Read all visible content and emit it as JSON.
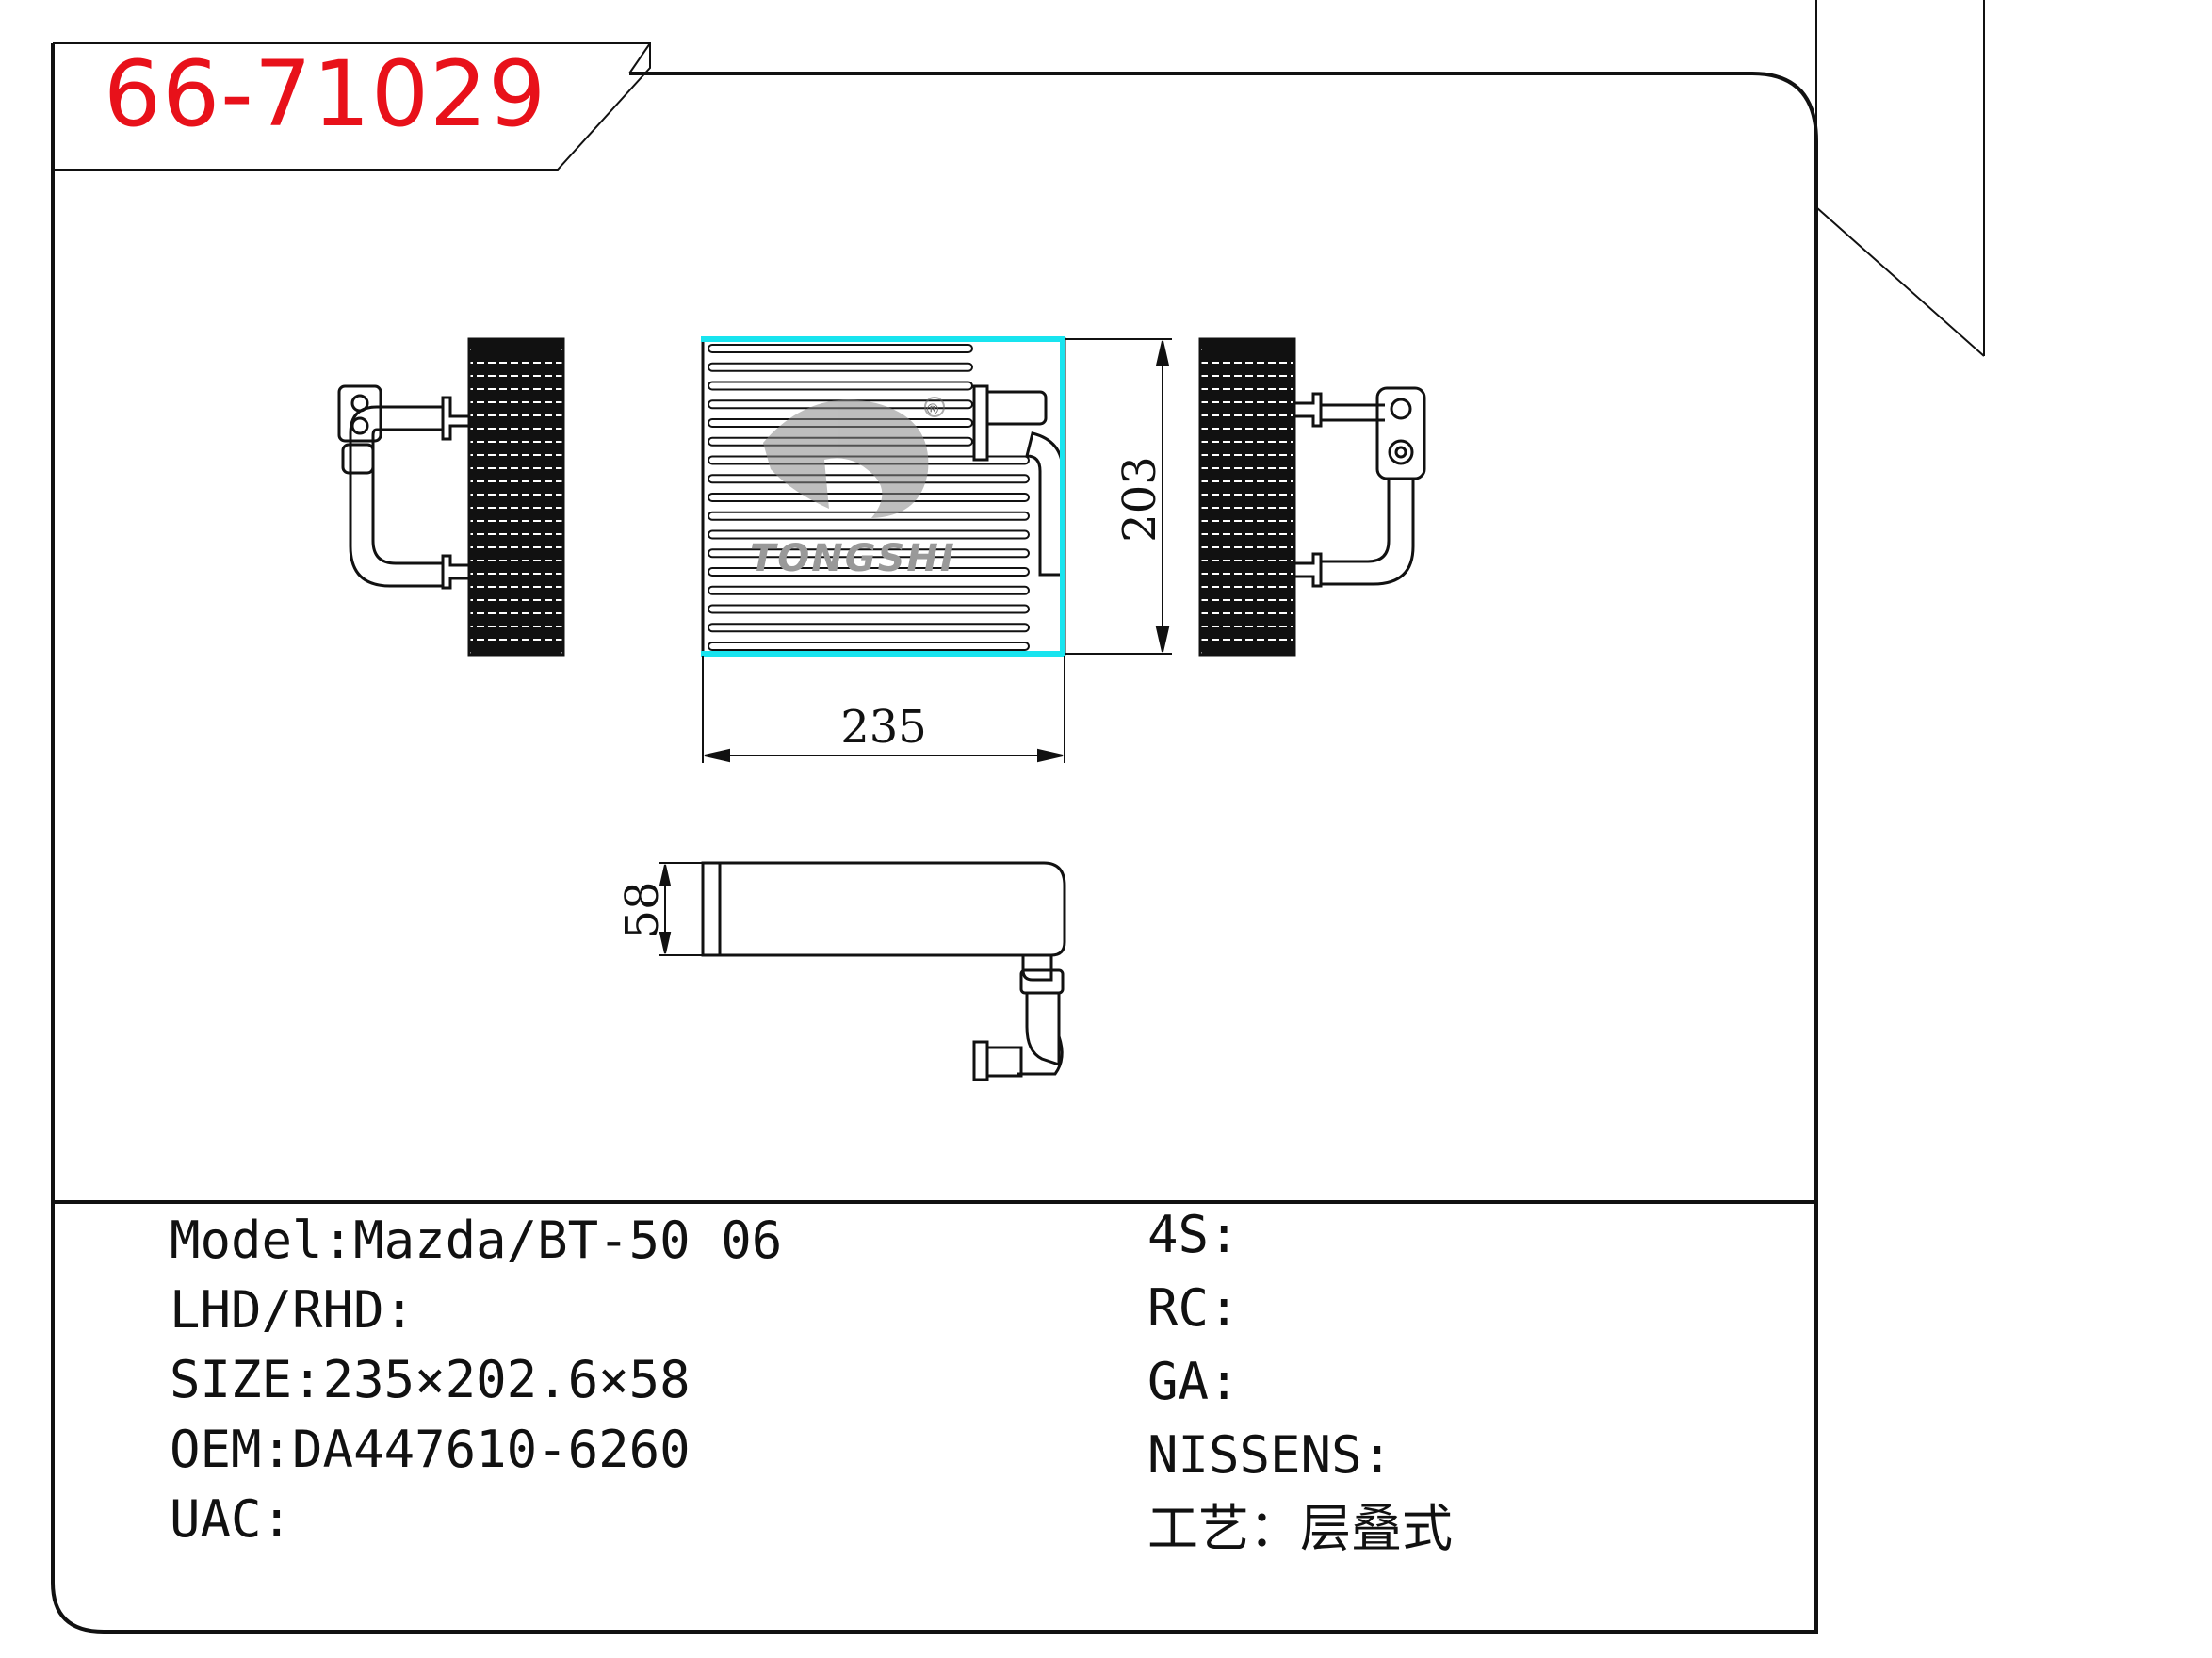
{
  "part_number": "66-71029",
  "dimensions": {
    "width": "235",
    "height": "203",
    "depth": "58"
  },
  "watermark": {
    "brand": "TONGSHI",
    "registered": "®"
  },
  "specs_left": [
    {
      "label": "Model:",
      "value": "Mazda/BT-50 06"
    },
    {
      "label": "LHD/RHD:",
      "value": ""
    },
    {
      "label": "SIZE:",
      "value": "235×202.6×58"
    },
    {
      "label": "OEM:",
      "value": "DA447610-6260"
    },
    {
      "label": "UAC:",
      "value": ""
    }
  ],
  "specs_right": [
    {
      "label": "4S:",
      "value": ""
    },
    {
      "label": "RC:",
      "value": ""
    },
    {
      "label": "GA:",
      "value": ""
    },
    {
      "label": "NISSENS:",
      "value": ""
    },
    {
      "label": "工艺：",
      "value": "层叠式"
    }
  ],
  "colors": {
    "part_number": "#e8111a",
    "highlight": "#18e4ef",
    "line": "#111111"
  }
}
